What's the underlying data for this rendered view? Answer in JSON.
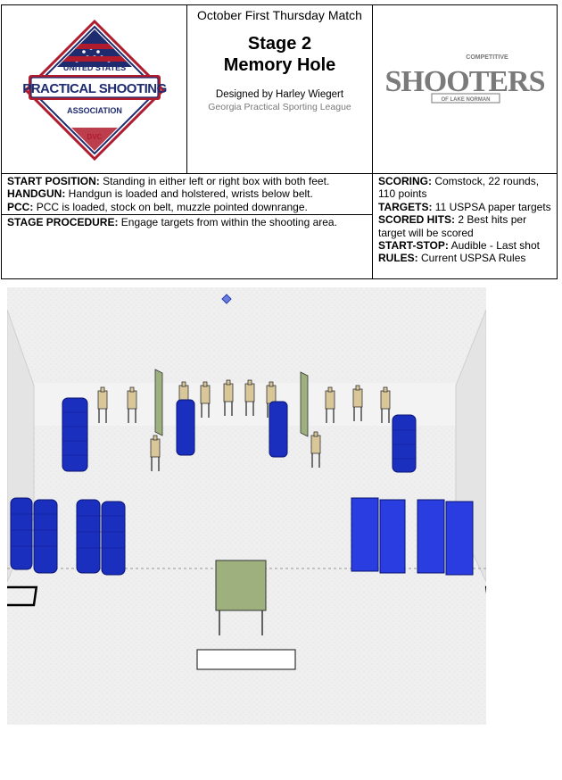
{
  "header": {
    "left_logo": {
      "name": "uspsa-logo",
      "line1": "UNITED STATES",
      "line2": "PRACTICAL SHOOTING",
      "line3": "ASSOCIATION",
      "line4": "DVC"
    },
    "match_title": "October First Thursday Match",
    "stage_number": "Stage 2",
    "stage_name": "Memory Hole",
    "designer": "Designed by Harley Wiegert",
    "league": "Georgia Practical Sporting League",
    "right_logo": {
      "name": "competitive-shooters-logo",
      "top": "COMPETITIVE",
      "main": "SHOOTERS",
      "bottom": "OF LAKE NORMAN"
    }
  },
  "info": {
    "start_position": {
      "label": "START POSITION:",
      "text": "Standing in either left or right box with both feet."
    },
    "handgun": {
      "label": "HANDGUN:",
      "text": "Handgun is loaded and holstered, wrists below belt."
    },
    "pcc": {
      "label": "PCC:",
      "text": "PCC is loaded, stock on belt, muzzle pointed downrange."
    },
    "procedure": {
      "label": "STAGE PROCEDURE:",
      "text": "Engage targets from within the shooting area."
    },
    "scoring": {
      "label": "SCORING:",
      "text": "Comstock, 22 rounds, 110 points"
    },
    "targets": {
      "label": "TARGETS:",
      "text": "11 USPSA paper targets"
    },
    "scored_hits": {
      "label": "SCORED HITS:",
      "text": "2 Best hits per target will be scored"
    },
    "start_stop": {
      "label": "START-STOP:",
      "text": "Audible - Last shot"
    },
    "rules": {
      "label": "RULES:",
      "text": "Current USPSA Rules"
    }
  },
  "colors": {
    "barrel_blue": "#1b2fbf",
    "crate_blue": "#2a3de0",
    "wall_gray": "#e6e6e6",
    "ground": "#efefef",
    "target_tan": "#d9c79a",
    "no_shoot_green": "#9db07e"
  }
}
